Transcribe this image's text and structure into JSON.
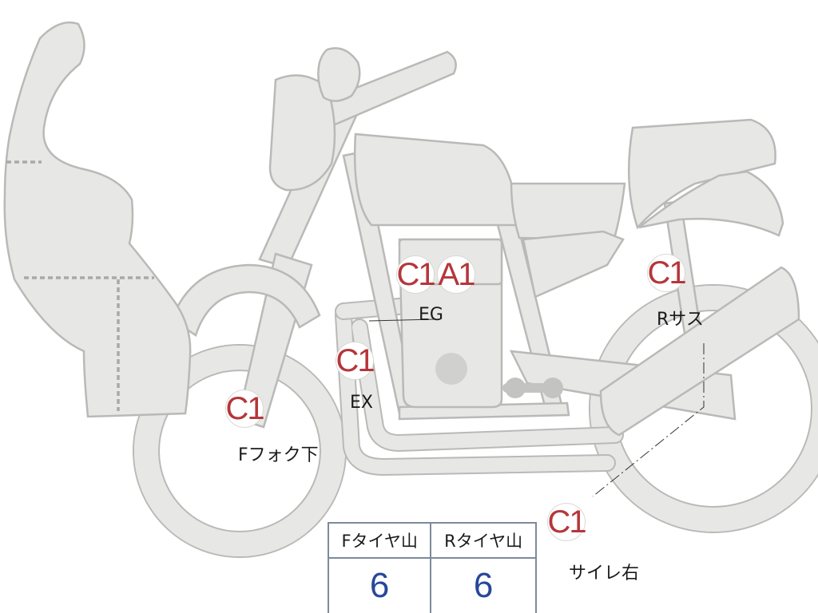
{
  "diagram": {
    "badges": [
      {
        "key": "eg_c",
        "code": "C1"
      },
      {
        "key": "eg_a",
        "code": "A1"
      },
      {
        "key": "r_sus",
        "code": "C1"
      },
      {
        "key": "ex",
        "code": "C1"
      },
      {
        "key": "f_fork",
        "code": "C1"
      },
      {
        "key": "side_cover",
        "code": "C1"
      }
    ],
    "labels": {
      "eg": "EG",
      "r_sus": "Rサス",
      "ex": "EX",
      "f_fork": "Fフォク下",
      "side_cover": "サイレ右"
    },
    "colors": {
      "body_fill": "#e7e7e5",
      "outline": "#b9b9b7",
      "badge_text": "#b5363a",
      "table_value": "#27479a"
    }
  },
  "tread_table": {
    "headers": [
      "Fタイヤ山",
      "Rタイヤ山"
    ],
    "values": [
      "6",
      "6"
    ]
  }
}
